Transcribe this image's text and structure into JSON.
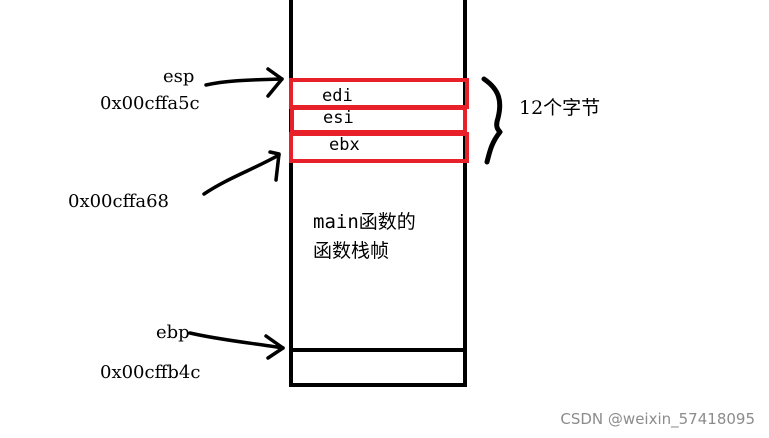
{
  "labels": {
    "esp": "esp",
    "esp_addr": "0x00cffa5c",
    "mid_addr": "0x00cffa68",
    "ebp": "ebp",
    "ebp_addr": "0x00cffb4c",
    "brace_note": "12个字节"
  },
  "registers": [
    "edi",
    "esi",
    "ebx"
  ],
  "frame_text": {
    "line1": "main函数的",
    "line2": "函数栈帧"
  },
  "watermark": "CSDN @weixin_57418095",
  "colors": {
    "stroke": "#000000",
    "highlight": "#e8202a",
    "watermark": "#8c8c8c"
  }
}
